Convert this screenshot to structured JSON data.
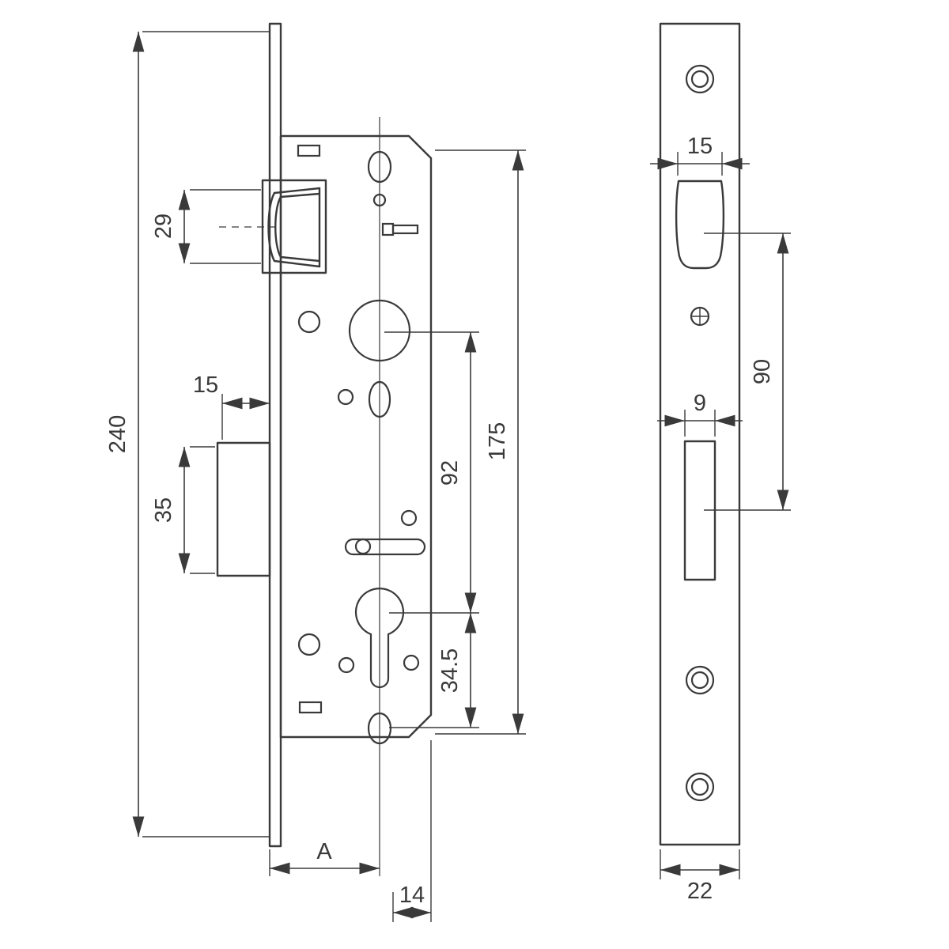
{
  "dimensions": {
    "overall_height": "240",
    "latch_side_height": "29",
    "deadbolt_depth": "15",
    "deadbolt_side_height": "35",
    "follower_to_cylinder": "92",
    "case_height": "175",
    "cylinder_to_bottom": "34.5",
    "backset": "A",
    "center_to_edge": "14",
    "latch_front_width": "15",
    "latch_to_bolt_slot": "90",
    "bolt_slot_width": "9",
    "faceplate_width": "22"
  },
  "colors": {
    "line": "#3a3a3a",
    "background": "#ffffff"
  }
}
